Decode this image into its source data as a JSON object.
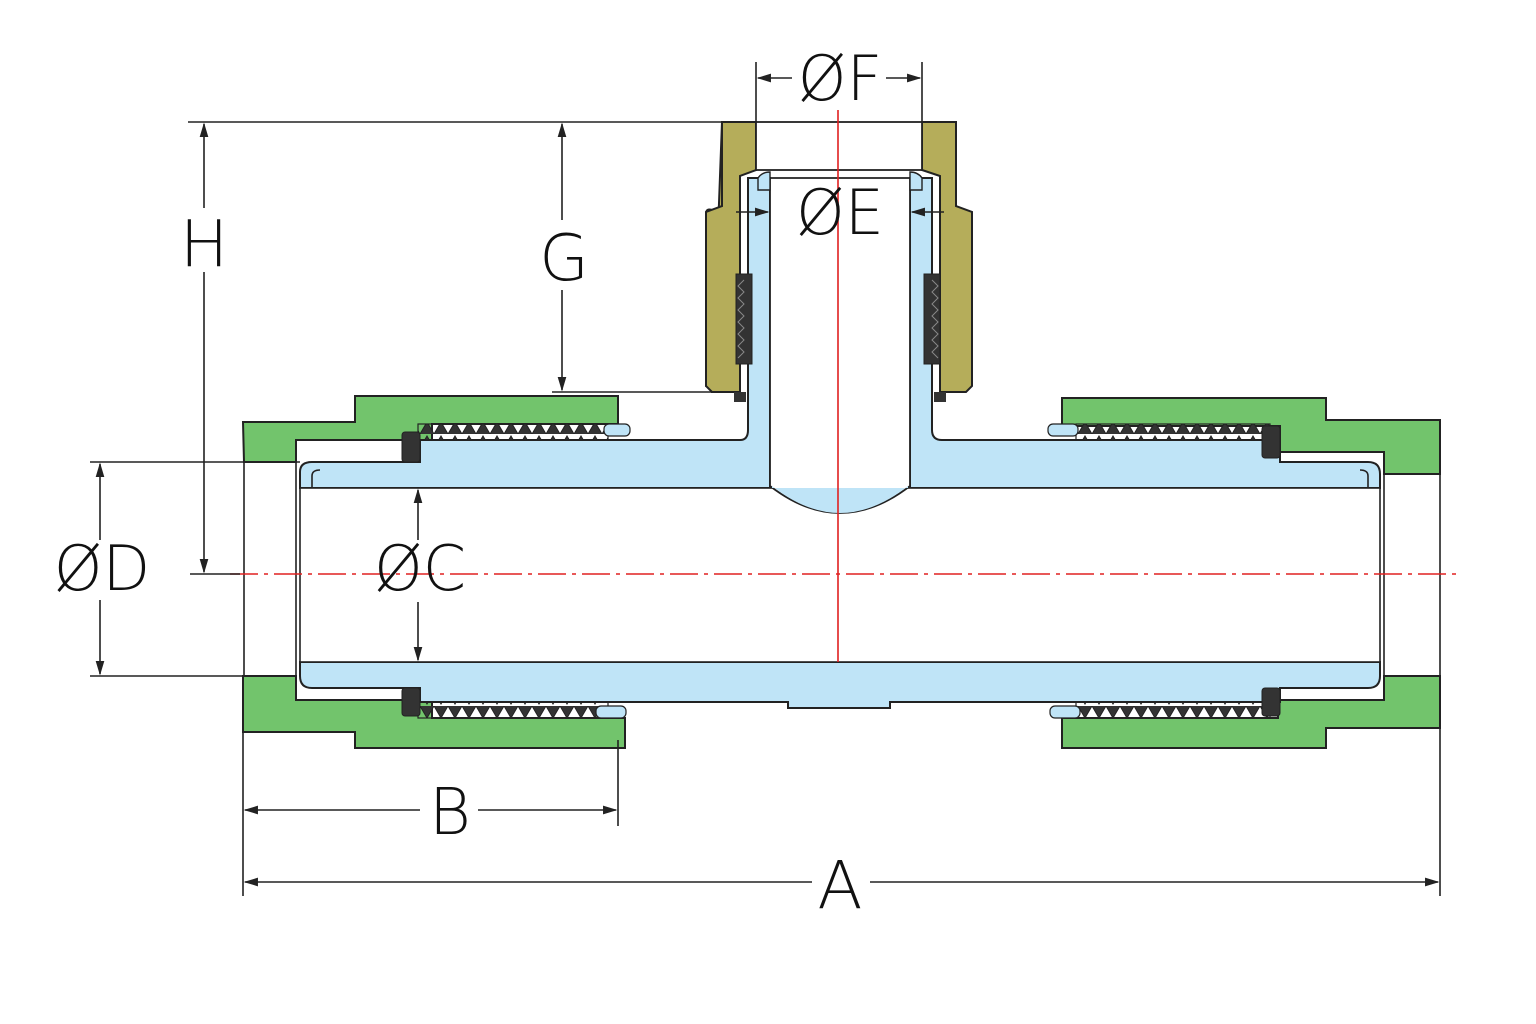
{
  "drawing": {
    "labels": {
      "a": "A",
      "b": "B",
      "c": "ØC",
      "d": "ØD",
      "e": "ØE",
      "f": "ØF",
      "g": "G",
      "h": "H"
    },
    "colors": {
      "nut_green": "#72c46c",
      "body_blue": "#bfe4f7",
      "insert_olive": "#b5ad5a",
      "seal_dark": "#333333",
      "centerline_red": "#e02020",
      "line": "#222222"
    }
  }
}
